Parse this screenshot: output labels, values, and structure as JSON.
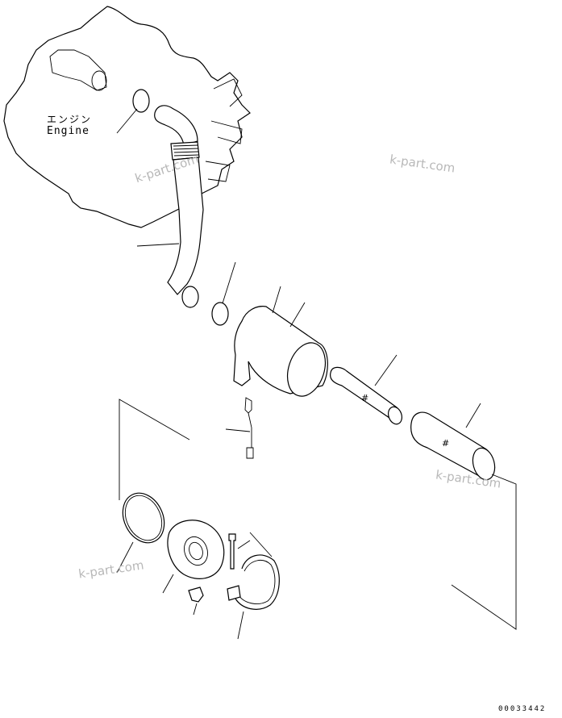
{
  "labels": {
    "engine_jp": "エンジン",
    "engine_en": "Engine"
  },
  "watermark": "k-part.com",
  "drawing_number": "00033442"
}
